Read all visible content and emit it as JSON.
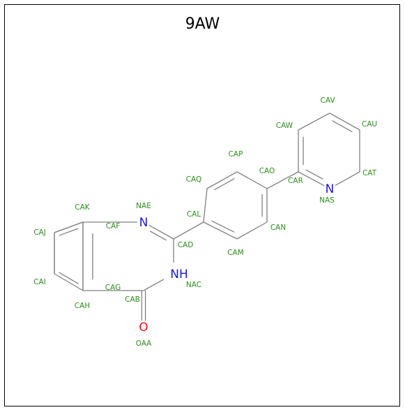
{
  "title": "9AW",
  "colors": {
    "label": "#2e8b1e",
    "nitrogen": "#1a1acd",
    "oxygen": "#ee1111",
    "bond": "#808080"
  },
  "atom_symbols": {
    "NAE": "N",
    "NAC": "NH",
    "OAA": "O",
    "NAS": "N"
  },
  "atom_labels": [
    "CAV",
    "CAW",
    "CAU",
    "CAP",
    "CAO",
    "CAQ",
    "CAR",
    "CAT",
    "NAS",
    "CAK",
    "NAE",
    "CAJ",
    "CAF",
    "CAL",
    "CAD",
    "CAN",
    "CAM",
    "CAI",
    "NAC",
    "CAG",
    "CAB",
    "CAH",
    "OAA"
  ]
}
